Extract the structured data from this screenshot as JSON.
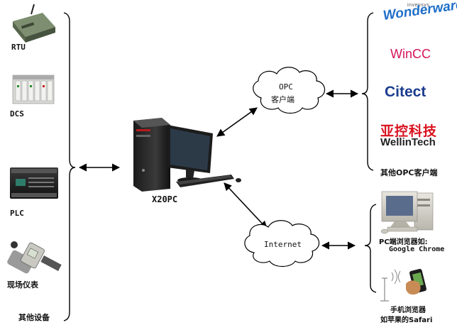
{
  "devices": {
    "rtu": "RTU",
    "dcs": "DCS",
    "plc": "PLC",
    "field": "现场仪表",
    "other": "其他设备"
  },
  "center": {
    "label": "X20PC"
  },
  "opc": {
    "cloud_line1": "OPC",
    "cloud_line2": "客户端",
    "brands": {
      "wonderware_small": "invensys",
      "wonderware": "Wonderware",
      "wincc": "WinCC",
      "citect": "Citect",
      "yakong": "亚控科技",
      "wellintech": "WellinTech"
    },
    "other": "其他OPC客户端"
  },
  "internet": {
    "cloud": "Internet",
    "pc_line1": "PC端浏览器如:",
    "pc_line2": "Google Chrome",
    "mobile_line1": "手机浏览器",
    "mobile_line2": "如苹果的Safari"
  },
  "colors": {
    "wonderware": "#1f6fc9",
    "wincc": "#d4145a",
    "citect": "#1b3d8f",
    "yakong": "#d9121f",
    "wellintech": "#222222"
  }
}
